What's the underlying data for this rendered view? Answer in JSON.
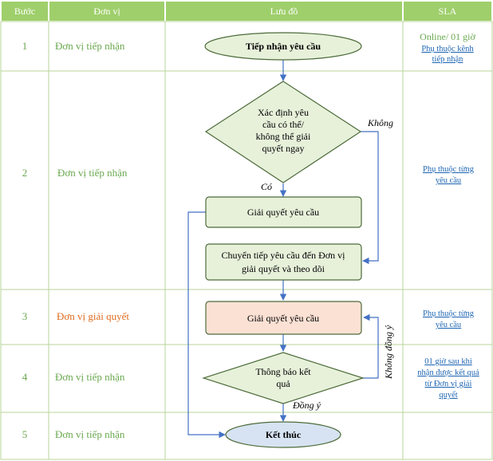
{
  "colors": {
    "header_bg": "#9fcf6b",
    "grid": "#b9d49a",
    "node_fill": "#e7f1da",
    "node_stroke": "#4d6b3a",
    "highlight_fill": "#fbe1d4",
    "end_fill": "#d7e3f2",
    "arrow": "#4472c4",
    "text_green": "#6aa84f",
    "text_orange": "#e06c1f",
    "link": "#1f66b3"
  },
  "header": {
    "col_step": "Bước",
    "col_unit": "Đơn vị",
    "col_flow": "Lưu đồ",
    "col_sla": "SLA"
  },
  "rows": [
    {
      "step": "1",
      "unit": "Đơn vị tiếp nhận"
    },
    {
      "step": "2",
      "unit": "Đơn vị tiếp nhận"
    },
    {
      "step": "3",
      "unit": "Đơn vị giải quyết"
    },
    {
      "step": "4",
      "unit": "Đơn vị tiếp nhận"
    },
    {
      "step": "5",
      "unit": "Đơn vị tiếp nhận"
    }
  ],
  "sla": {
    "row1_line1": "Online/ 01 giờ",
    "row1_line2": "Phụ thuộc kênh",
    "row1_line3": "tiếp nhận",
    "row2_line1": "Phụ thuộc từng",
    "row2_line2": "yêu cầu",
    "row3_line1": "Phụ thuộc từng",
    "row3_line2": "yêu cầu",
    "row4_line1": "01 giờ sau khi",
    "row4_line2": "nhận được kết quả",
    "row4_line3": "từ Đơn vị giải",
    "row4_line4": "quyết"
  },
  "nodes": {
    "start": "Tiếp nhận yêu cầu",
    "decision1_l1": "Xác định yêu",
    "decision1_l2": "cầu có thể/",
    "decision1_l3": "không thể giải",
    "decision1_l4": "quyết ngay",
    "resolve1": "Giải quyết yêu cầu",
    "transfer_l1": "Chuyển tiếp yêu cầu đến Đơn vị",
    "transfer_l2": "giải quyết và theo dõi",
    "resolve2": "Giải quyết yêu cầu",
    "decision2_l1": "Thông báo kết",
    "decision2_l2": "quả",
    "end": "Kết thúc"
  },
  "labels": {
    "no": "Không",
    "yes": "Có",
    "disagree": "Không đồng ý",
    "agree": "Đồng ý"
  }
}
